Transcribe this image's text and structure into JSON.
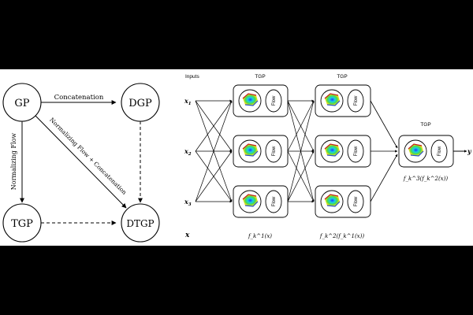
{
  "left_graph": {
    "nodes": {
      "gp": "GP",
      "dgp": "DGP",
      "tgp": "TGP",
      "dtgp": "DTGP"
    },
    "edges": {
      "concatenation": "Concatenation",
      "normalizing_flow": "Normalizing Flow",
      "flow_concat": "Normalizing Flow + Concatenation"
    }
  },
  "right_diagram": {
    "inputs_label": "Inputs",
    "layer_title": "TGP",
    "flow_label": "Flow",
    "inputs": [
      "x",
      "x",
      "x"
    ],
    "input_subscripts": [
      "1",
      "2",
      "3"
    ],
    "big_x": "x",
    "output": "y",
    "layer1_caption": "f_k^1(x)",
    "layer2_caption": "f_k^2(f_k^1(x))",
    "layer3_caption": "f_k^3(f_k^2(x))",
    "colors": {
      "stroke": "#000000",
      "background": "#ffffff"
    }
  }
}
